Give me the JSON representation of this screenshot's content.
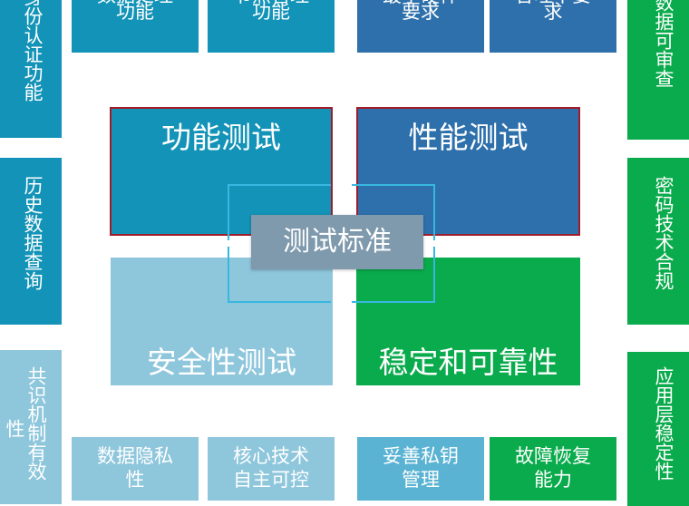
{
  "center_label": "测试标准",
  "quadrants": {
    "functional": "功能测试",
    "performance": "性能测试",
    "security": "安全性测试",
    "stability": "稳定和可靠性"
  },
  "top_items": [
    {
      "line1": "数据处理",
      "line2": "功能"
    },
    {
      "line1": "节点管理",
      "line2": "功能"
    },
    {
      "line1": "最小硬件",
      "line2": "要求"
    },
    {
      "line1": "吞吐率要",
      "line2": "求"
    }
  ],
  "bottom_items": [
    {
      "line1": "数据隐私",
      "line2": "性"
    },
    {
      "line1": "核心技术",
      "line2": "自主可控"
    },
    {
      "line1": "妥善私钥",
      "line2": "管理"
    },
    {
      "line1": "故障恢复",
      "line2": "能力"
    }
  ],
  "left_items": [
    {
      "line1": "身份认证功能",
      "line2": ""
    },
    {
      "line1": "历史数据查询",
      "line2": ""
    },
    {
      "line1": "共识机制有效",
      "line2": "性"
    }
  ],
  "right_items": [
    {
      "line1": "数据可审查"
    },
    {
      "line1": "密码技术合规"
    },
    {
      "line1": "应用层稳定性"
    }
  ],
  "colors": {
    "blue": "#1393b7",
    "navy": "#2e70ab",
    "green": "#0aab4c",
    "light_blue": "#5ab3d3",
    "lighter_blue": "#8ec6dc",
    "center_gray": "#7f99ad",
    "quadrant_border_red": "#a01c2b",
    "connector_cyan": "#38b7e1"
  }
}
